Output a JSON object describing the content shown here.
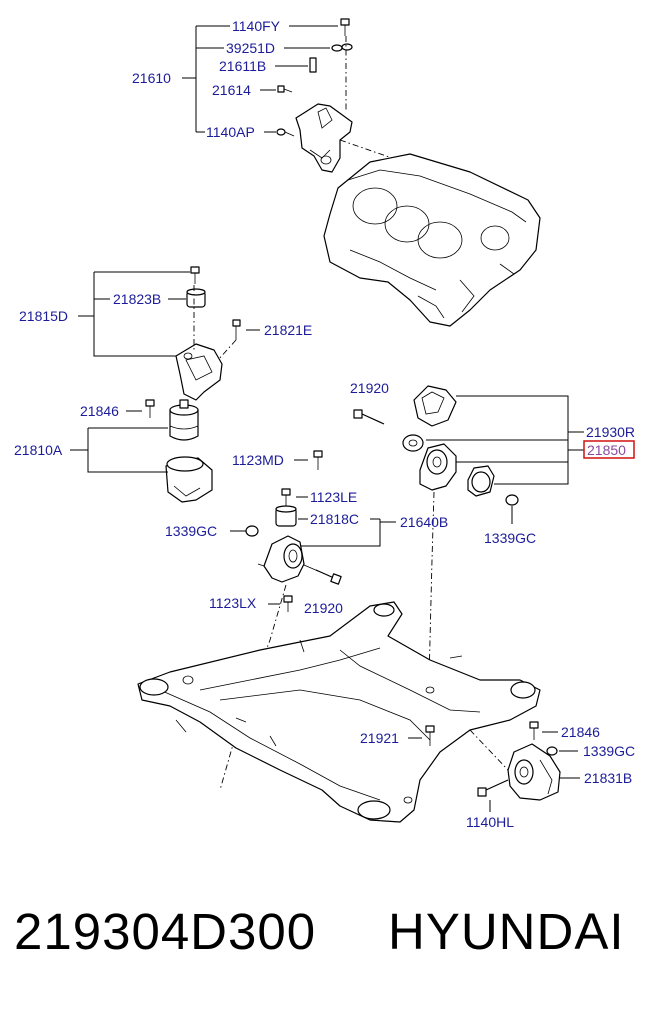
{
  "labels": {
    "l1140FY": "1140FY",
    "l39251D": "39251D",
    "l21611B": "21611B",
    "l21610": "21610",
    "l21614": "21614",
    "l1140AP": "1140AP",
    "l21823B": "21823B",
    "l21815D": "21815D",
    "l21821E": "21821E",
    "l21846a": "21846",
    "l21810A": "21810A",
    "l1123MD": "1123MD",
    "l1123LE": "1123LE",
    "l21818C": "21818C",
    "l21640B": "21640B",
    "l1339GCa": "1339GC",
    "l1123LX": "1123LX",
    "l21920a": "21920",
    "l21920b": "21920",
    "l21930R": "21930R",
    "l21850": "21850",
    "l1339GCb": "1339GC",
    "l21921": "21921",
    "l21846b": "21846",
    "l1339GCc": "1339GC",
    "l21831B": "21831B",
    "l1140HL": "1140HL"
  },
  "footer": {
    "part_number": "219304D300",
    "brand": "HYUNDAI"
  },
  "colors": {
    "label": "#1c1c9a",
    "highlight_box": "#d01010",
    "highlight_text": "#8a4a9c"
  }
}
